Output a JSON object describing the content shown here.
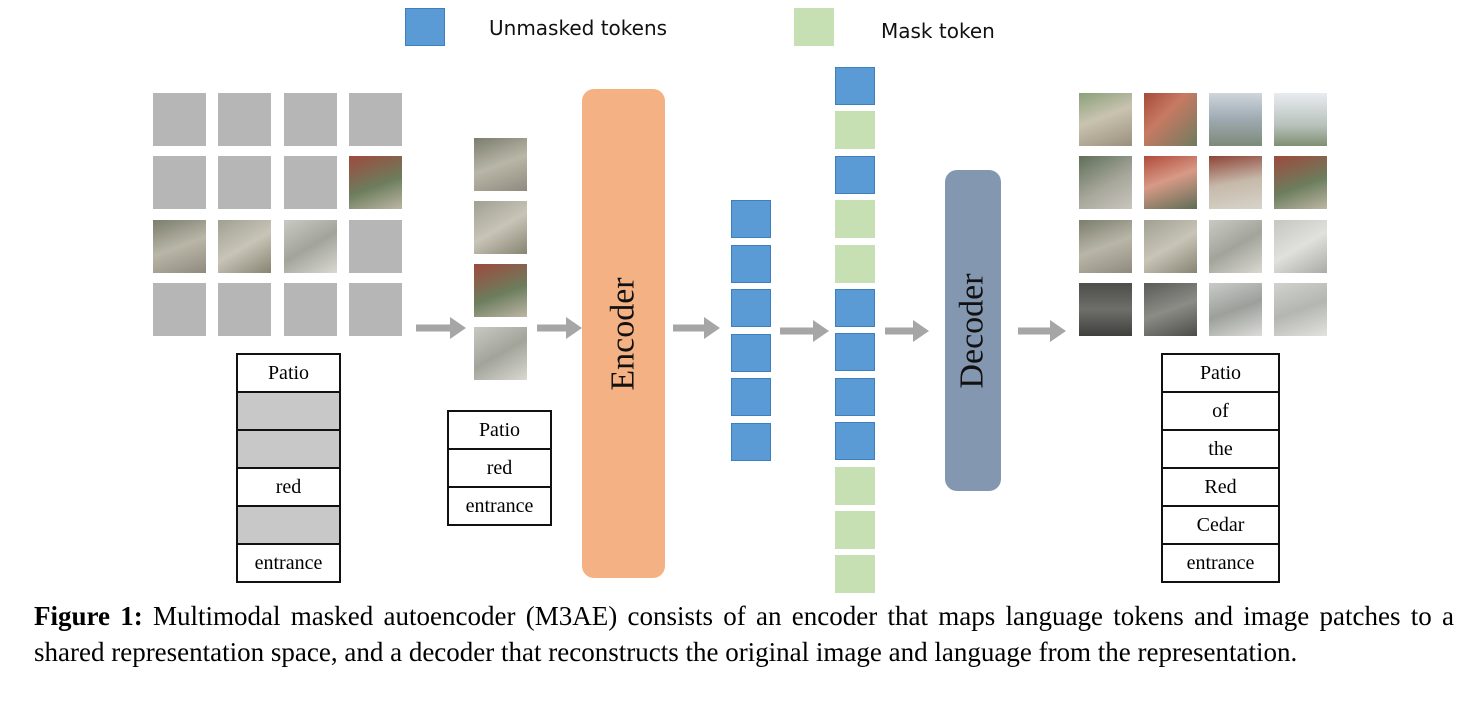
{
  "legend": {
    "unmasked_label": "Unmasked tokens",
    "mask_label": "Mask token",
    "unmasked_color": "#5b9bd5",
    "mask_color": "#c6e0b4"
  },
  "input_text_tokens": [
    "Patio",
    "",
    "",
    "red",
    "",
    "entrance"
  ],
  "input_text_masked": [
    false,
    true,
    true,
    false,
    true,
    false
  ],
  "visible_text_tokens": [
    "Patio",
    "red",
    "entrance"
  ],
  "encoder_label": "Encoder",
  "decoder_label": "Decoder",
  "encoder_color": "#f4b183",
  "decoder_color": "#8497b0",
  "output_text_tokens": [
    "Patio",
    "of",
    "the",
    "Red",
    "Cedar",
    "entrance"
  ],
  "input_patch_visible": [
    false,
    false,
    false,
    false,
    false,
    false,
    false,
    true,
    true,
    true,
    true,
    false,
    false,
    false,
    false,
    false
  ],
  "encoded_token_count": 6,
  "decoder_input_tokens": [
    "unmasked",
    "mask",
    "unmasked",
    "mask",
    "mask",
    "unmasked",
    "unmasked",
    "unmasked",
    "unmasked",
    "mask",
    "mask",
    "mask"
  ],
  "caption": {
    "label": "Figure 1:",
    "text": " Multimodal masked autoencoder (M3AE) consists of an encoder that maps language tokens and image patches to a shared representation space, and a decoder that reconstructs the original image and language from the representation."
  }
}
